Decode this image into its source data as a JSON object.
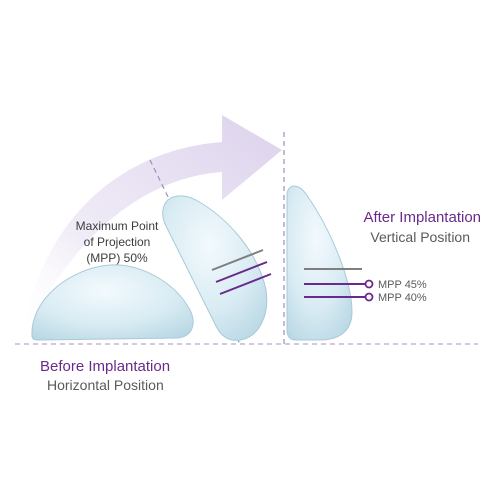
{
  "mpp_caption": {
    "line1": "Maximum Point",
    "line2": "of Projection",
    "line3": "(MPP) 50%"
  },
  "before": {
    "title": "Before Implantation",
    "subtitle": "Horizontal Position"
  },
  "after": {
    "title": "After Implantation",
    "subtitle": "Vertical Position"
  },
  "mpp_markers": [
    {
      "label": "MPP 45%"
    },
    {
      "label": "MPP 40%"
    }
  ],
  "colors": {
    "accent_purple": "#6a2a8c",
    "baseline_dash": "#b7a6cc",
    "gray_line": "#7f7f7f",
    "implant_fill": "#cfe6ef",
    "implant_edge": "#a9cad8",
    "arrow_fill": "#e4ddf0",
    "text_dark": "#3c3c3c",
    "text_gray": "#5a5a5a"
  }
}
